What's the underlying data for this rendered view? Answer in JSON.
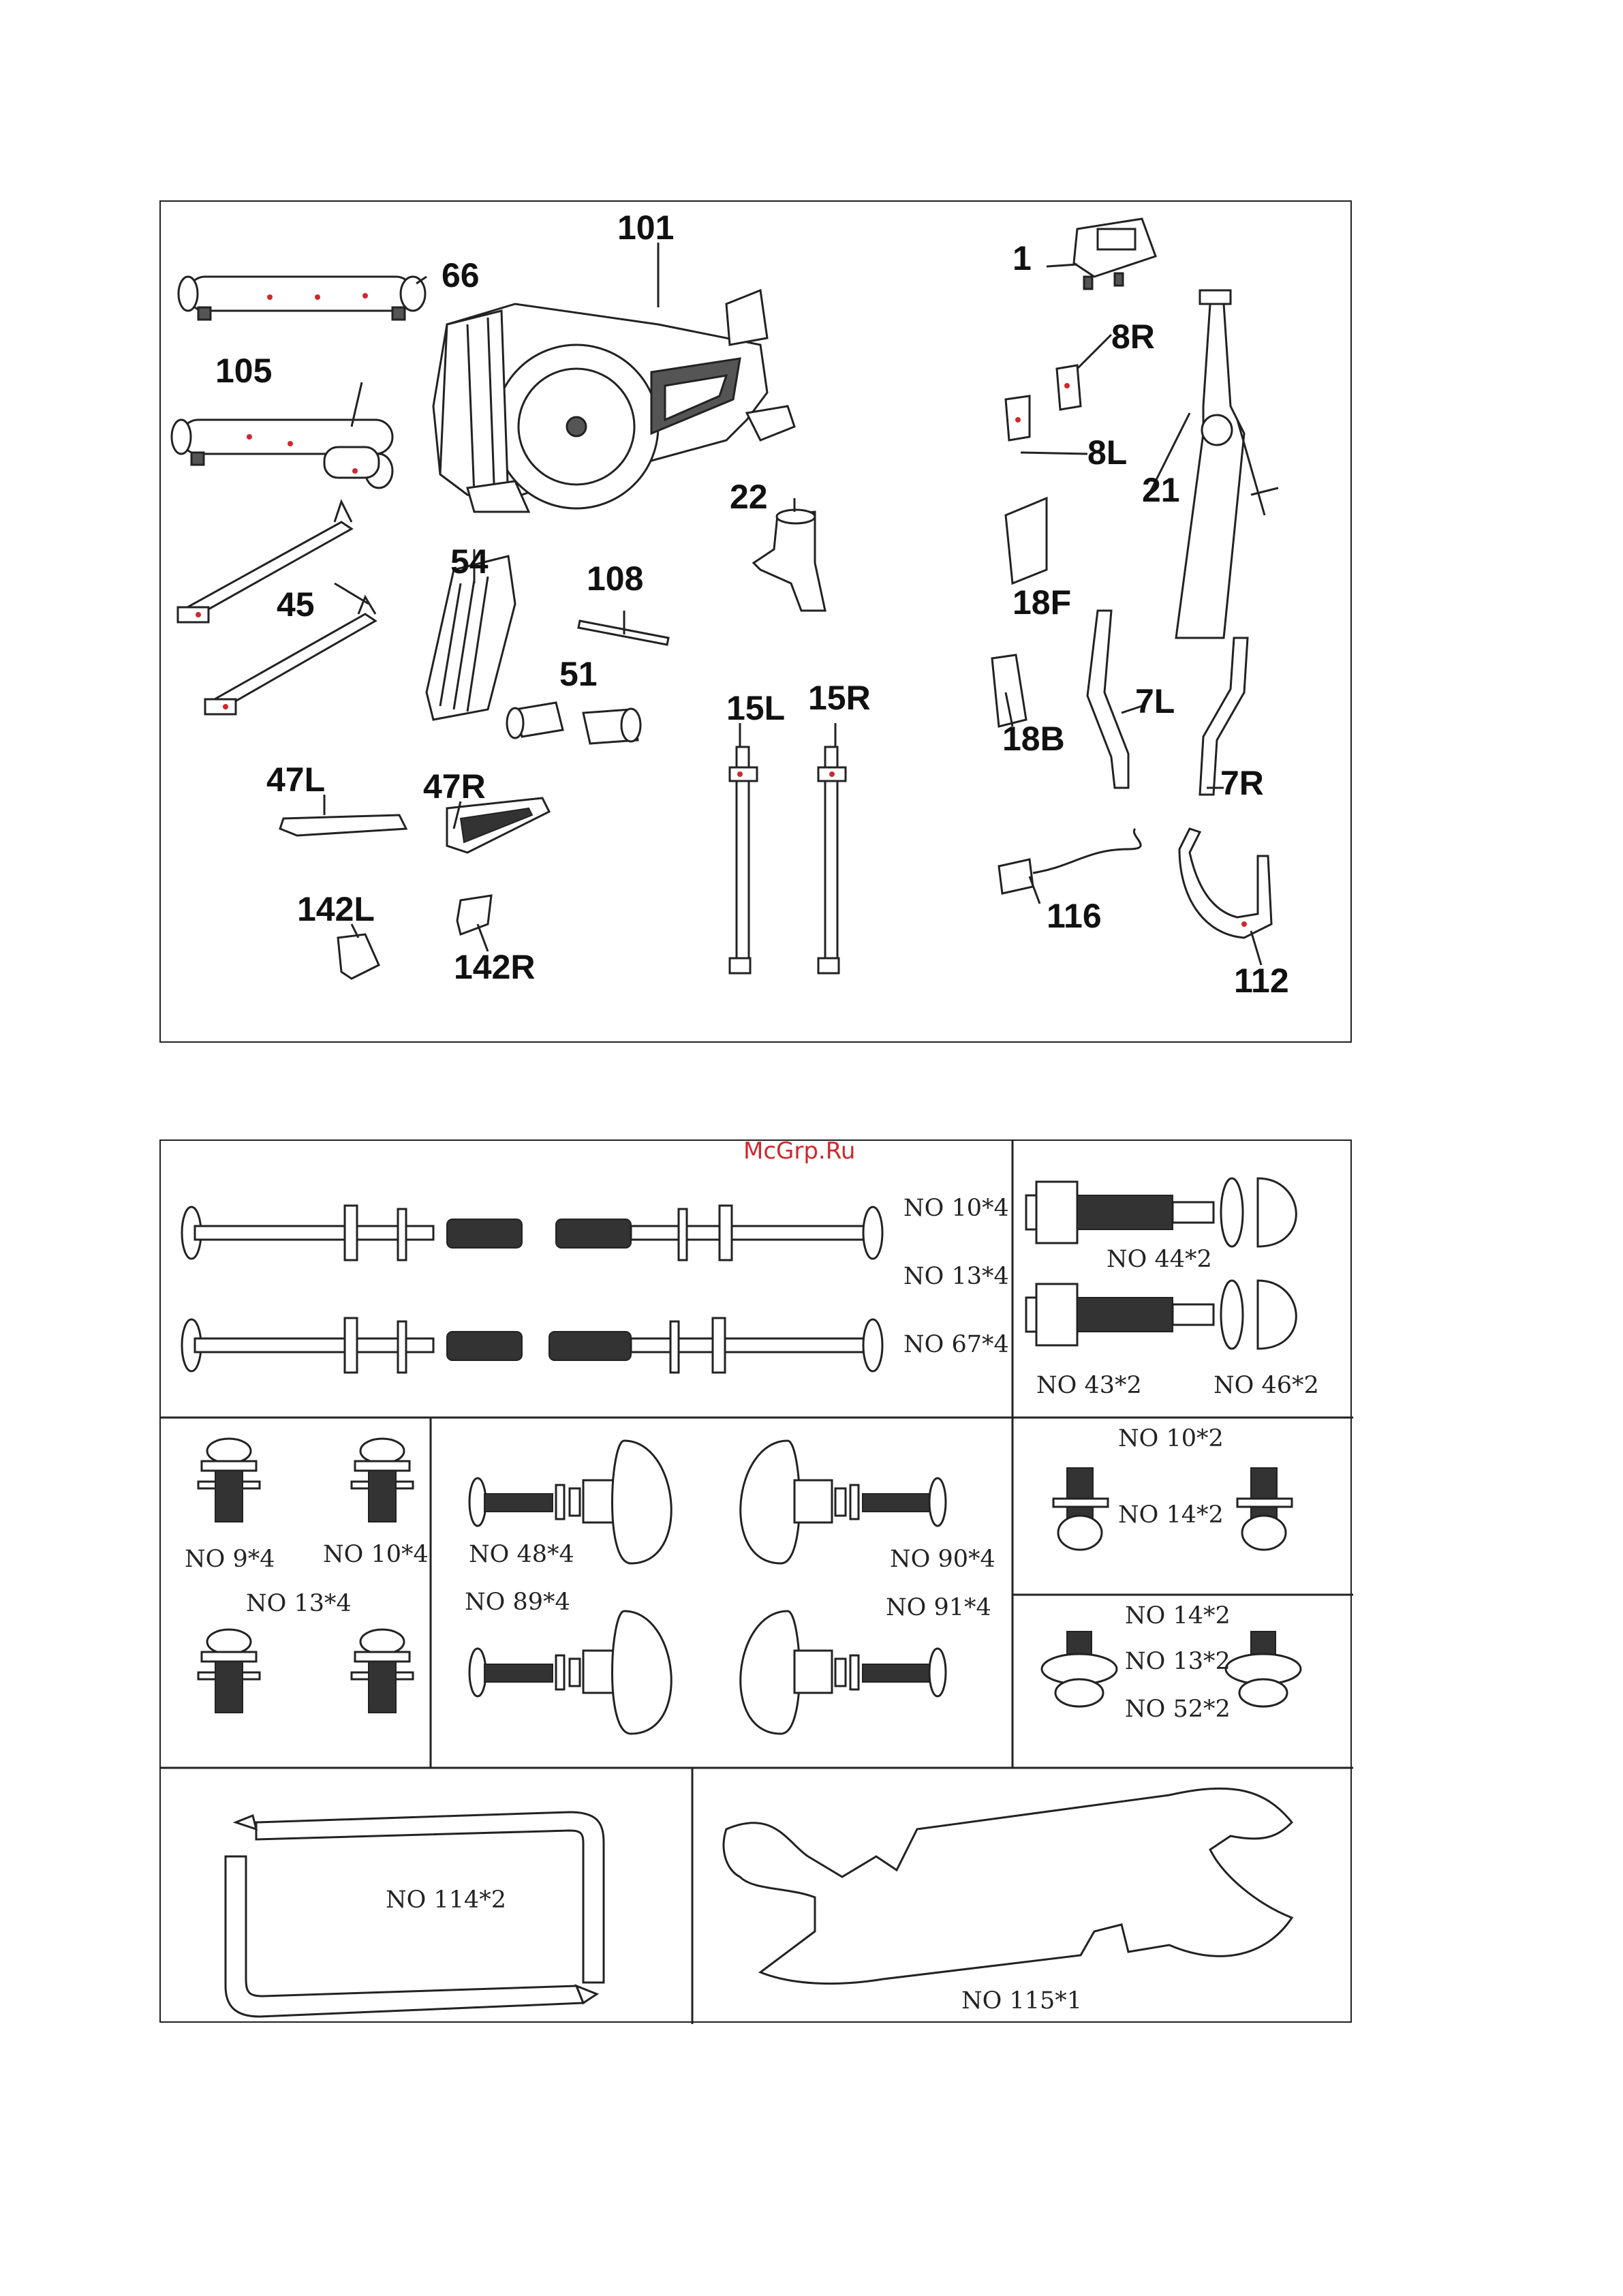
{
  "watermark": "McGrp.Ru",
  "parts": [
    {
      "id": "p66",
      "label": "66"
    },
    {
      "id": "p101",
      "label": "101"
    },
    {
      "id": "p1",
      "label": "1"
    },
    {
      "id": "p8R",
      "label": "8R"
    },
    {
      "id": "p8L",
      "label": "8L"
    },
    {
      "id": "p21",
      "label": "21"
    },
    {
      "id": "p105",
      "label": "105"
    },
    {
      "id": "p22",
      "label": "22"
    },
    {
      "id": "p18F",
      "label": "18F"
    },
    {
      "id": "p54",
      "label": "54"
    },
    {
      "id": "p108",
      "label": "108"
    },
    {
      "id": "p45",
      "label": "45"
    },
    {
      "id": "p51",
      "label": "51"
    },
    {
      "id": "p15L",
      "label": "15L"
    },
    {
      "id": "p15R",
      "label": "15R"
    },
    {
      "id": "p7L",
      "label": "7L"
    },
    {
      "id": "p18B",
      "label": "18B"
    },
    {
      "id": "p7R",
      "label": "7R"
    },
    {
      "id": "p47L",
      "label": "47L"
    },
    {
      "id": "p47R",
      "label": "47R"
    },
    {
      "id": "p116",
      "label": "116"
    },
    {
      "id": "p142L",
      "label": "142L"
    },
    {
      "id": "p142R",
      "label": "142R"
    },
    {
      "id": "p112",
      "label": "112"
    }
  ],
  "hardware": {
    "axles_a": "NO 10*4",
    "axles_b": "NO 13*4",
    "axles_c": "NO 67*4",
    "bolt_44": "NO 44*2",
    "bolt_43": "NO 43*2",
    "bolt_46": "NO 46*2",
    "screw_9": "NO 9*4",
    "screw_10": "NO 10*4",
    "screw_13": "NO 13*4",
    "knob_48": "NO 48*4",
    "knob_90": "NO 90*4",
    "knob_89": "NO 89*4",
    "knob_91": "NO 91*4",
    "sb_10": "NO 10*2",
    "sb_14": "NO 14*2",
    "ws_14": "NO 14*2",
    "ws_13": "NO 13*2",
    "ws_52": "NO 52*2",
    "allen": "NO 114*2",
    "wrench": "NO 115*1"
  }
}
